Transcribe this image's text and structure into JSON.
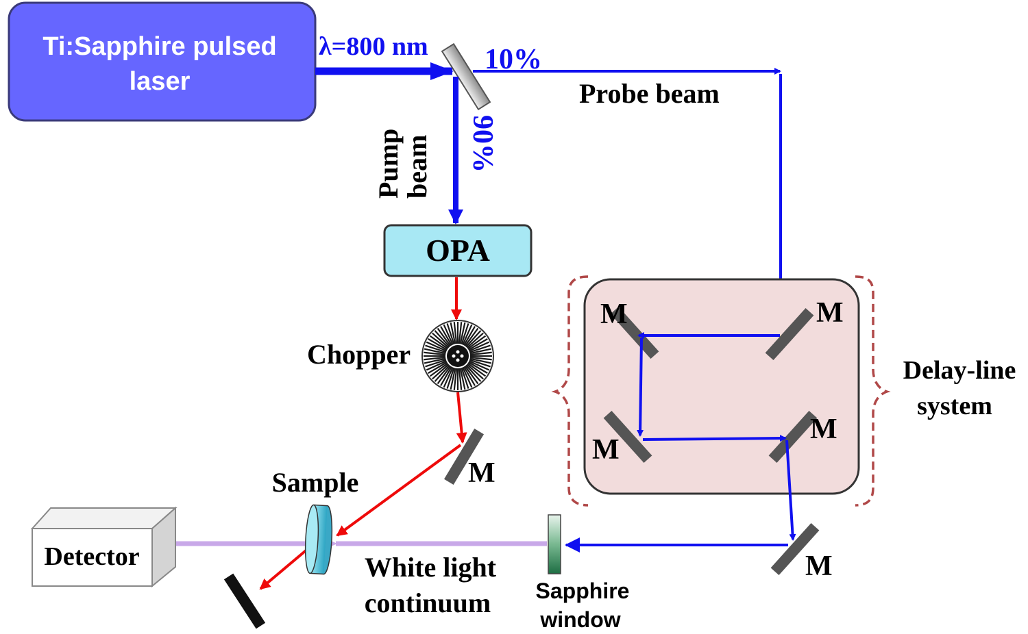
{
  "laser": {
    "line1": "Ti:Sapphire pulsed",
    "line2": "laser",
    "wavelength": "λ=800 nm",
    "fill": "#6666FF",
    "text_color": "#ffffff"
  },
  "splitter": {
    "probe_fraction": "10%",
    "pump_fraction": "90%"
  },
  "beams": {
    "probe_label": "Probe beam",
    "pump_label_line1": "Pump",
    "pump_label_line2": "beam",
    "probe_color": "#1010F0",
    "pump_color": "#EE0A0A",
    "white_light_color": "#C8A8E8"
  },
  "opa": {
    "label": "OPA",
    "fill": "#A8E8F4"
  },
  "chopper": {
    "label": "Chopper"
  },
  "mirror_label": "M",
  "delay_line": {
    "label_line1": "Delay-line",
    "label_line2": "system",
    "fill": "#F2DCDC",
    "brace_color": "#B04848"
  },
  "sample": {
    "label": "Sample"
  },
  "detector": {
    "label": "Detector"
  },
  "white_light": {
    "line1": "White light",
    "line2": "continuum"
  },
  "sapphire_window": {
    "line1": "Sapphire",
    "line2": "window"
  }
}
